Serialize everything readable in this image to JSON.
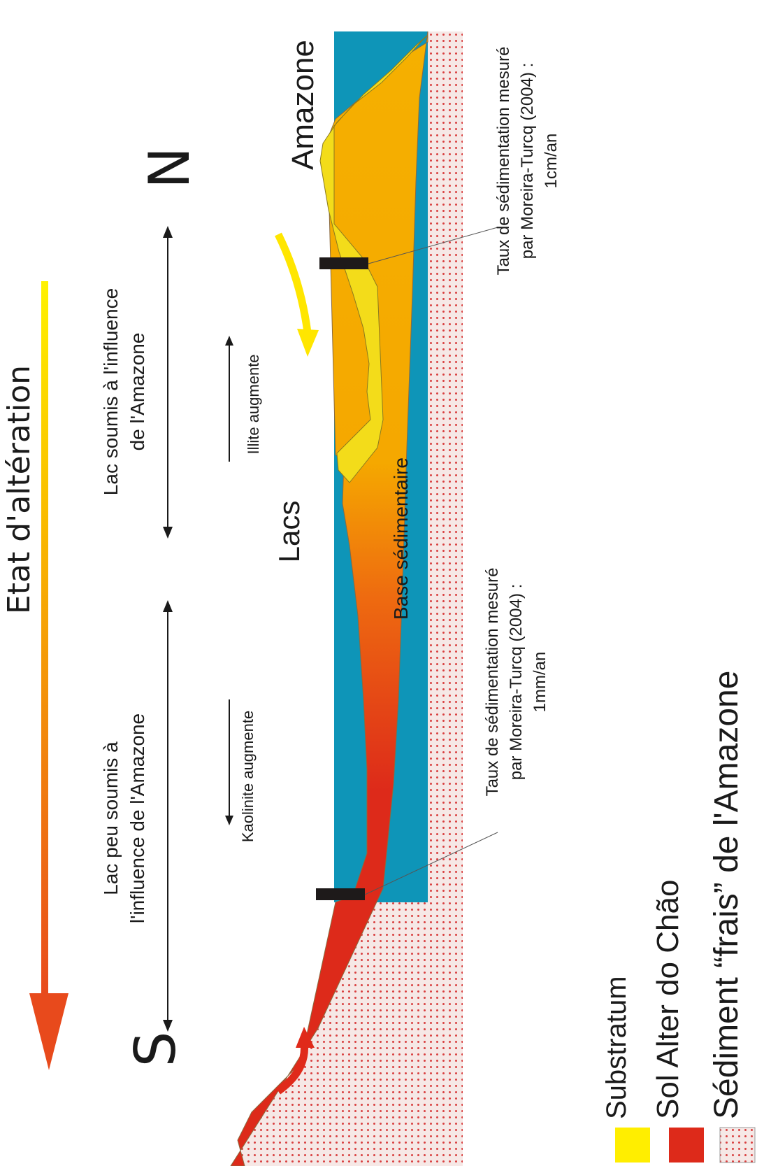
{
  "title": "Etat d'altération",
  "directions": {
    "south": "S",
    "north": "N"
  },
  "places": {
    "lakes": "Lacs",
    "river": "Amazone"
  },
  "zones": {
    "low_influence_line1": "Lac peu soumis à",
    "low_influence_line2": "l'influence de l'Amazone",
    "high_influence_line1": "Lac  soumis à l'influence",
    "high_influence_line2": "de l'Amazone"
  },
  "trends": {
    "kaolinite": "Kaolinite augmente",
    "illite": "Illite augmente"
  },
  "base_label": "Base sédimentaire",
  "measurements": {
    "south_line1": "Taux de sédimentation mesuré",
    "south_line2": "par Moreira-Turcq (2004) :",
    "south_line3": "1mm/an",
    "north_line1": "Taux de sédimentation mesuré",
    "north_line2": "par Moreira-Turcq (2004) :",
    "north_line3": "1cm/an"
  },
  "legend": {
    "substratum": "Substratum",
    "sol": "Sol Alter do Chão",
    "sediment": "Sédiment “frais” de l'Amazone"
  },
  "colors": {
    "water": "#0e95b8",
    "sol": "#dd2a1a",
    "base": "#f5a800",
    "fresh_sediment": "#f3dc1a",
    "substratum_dot": "#d94040",
    "substratum_bg": "#f6e8e6"
  }
}
